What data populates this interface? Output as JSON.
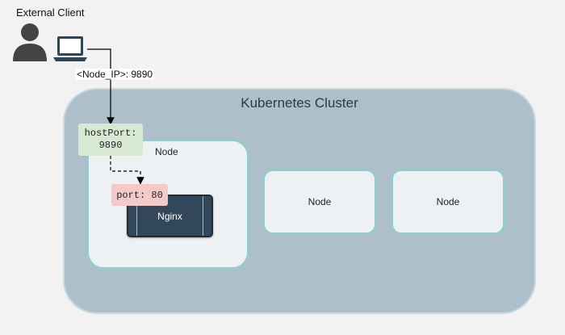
{
  "client": {
    "title": "External Client",
    "person_icon": "person-icon",
    "laptop_icon": "laptop-icon"
  },
  "connection": {
    "label": "<Node_IP>: 9890"
  },
  "cluster": {
    "label": "Kubernetes Cluster"
  },
  "host_port": {
    "line1": "hostPort:",
    "line2": "9890"
  },
  "container_port": {
    "label": "port: 80"
  },
  "nodes": [
    {
      "label": "Node"
    },
    {
      "label": "Node"
    },
    {
      "label": "Node"
    }
  ],
  "pod": {
    "label": "Nginx"
  },
  "colors": {
    "background": "#f2f2f2",
    "cluster_fill": "#aebfcc",
    "node_fill": "#eef1f3",
    "node_border": "#8ad0cc",
    "pod_fill": "#33475a",
    "hostport_fill": "#d7e8d3",
    "port_fill": "#f4c9c9"
  }
}
